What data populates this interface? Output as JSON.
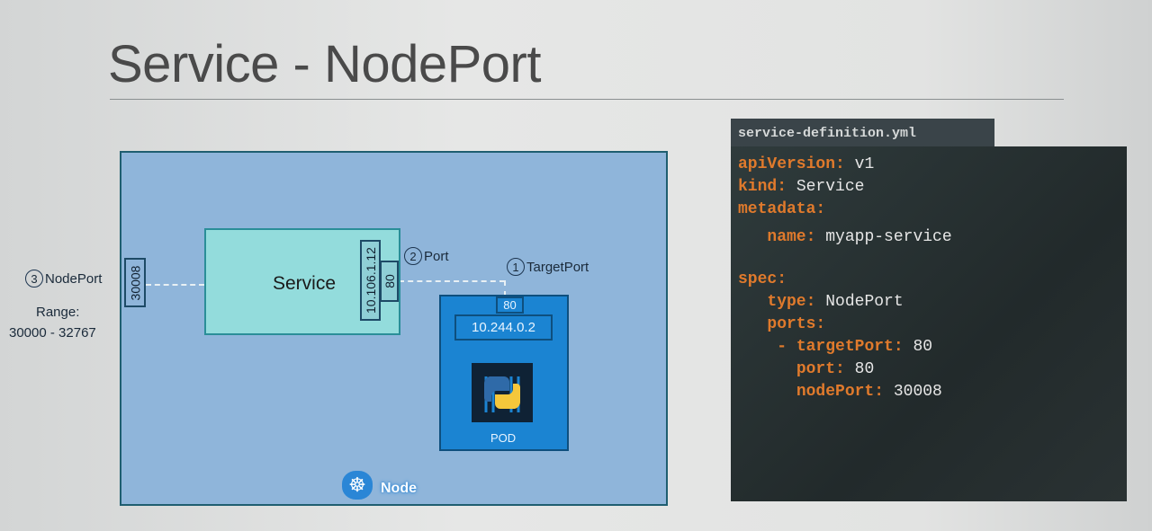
{
  "title": "Service - NodePort",
  "diagram": {
    "service_label": "Service",
    "service_ip": "10.106.1.12",
    "service_port": "80",
    "node_port": "30008",
    "pod_port": "80",
    "pod_ip": "10.244.0.2",
    "pod_label": "POD",
    "node_label": "Node",
    "labels": {
      "nodeport_num": "3",
      "nodeport": "NodePort",
      "port_num": "2",
      "port": "Port",
      "targetport_num": "1",
      "targetport": "TargetPort",
      "range_label": "Range:",
      "range_value": "30000 - 32767"
    }
  },
  "code": {
    "filename": "service-definition.yml",
    "lines": [
      {
        "key": "apiVersion",
        "value": "v1"
      },
      {
        "key": "kind",
        "value": "Service"
      },
      {
        "key": "metadata",
        "value": ""
      },
      {
        "key": "name",
        "value": "myapp-service"
      },
      {
        "key": "spec",
        "value": ""
      },
      {
        "key": "type",
        "value": "NodePort"
      },
      {
        "key": "ports",
        "value": ""
      },
      {
        "key": "targetPort",
        "value": "80"
      },
      {
        "key": "port",
        "value": "80"
      },
      {
        "key": "nodePort",
        "value": "30008"
      }
    ]
  },
  "colors": {
    "key": "#e07a2c",
    "node_fill": "#8fb5da",
    "service_fill": "#93dcdc",
    "pod_fill": "#1b84d2"
  }
}
